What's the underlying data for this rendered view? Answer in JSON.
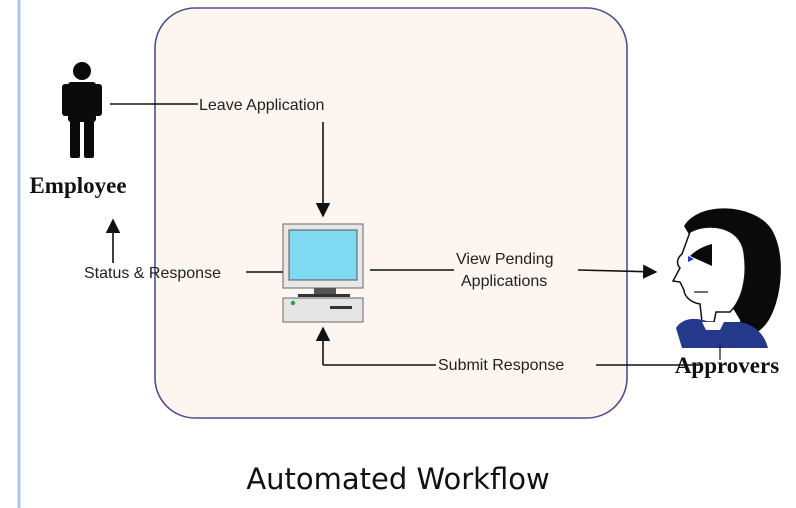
{
  "diagram": {
    "actors": {
      "employee": "Employee",
      "approvers": "Approvers"
    },
    "flows": {
      "leave_application": "Leave Application",
      "status_response": "Status & Response",
      "view_pending_line1": "View Pending",
      "view_pending_line2": "Applications",
      "submit_response": "Submit Response"
    }
  },
  "caption": "Automated Workflow",
  "colors": {
    "system_boundary_fill": "#fcf5f0",
    "system_boundary_stroke": "#4d4f8e",
    "monitor_screen": "#7fd9f0",
    "left_rule": "#a8c6e6"
  }
}
